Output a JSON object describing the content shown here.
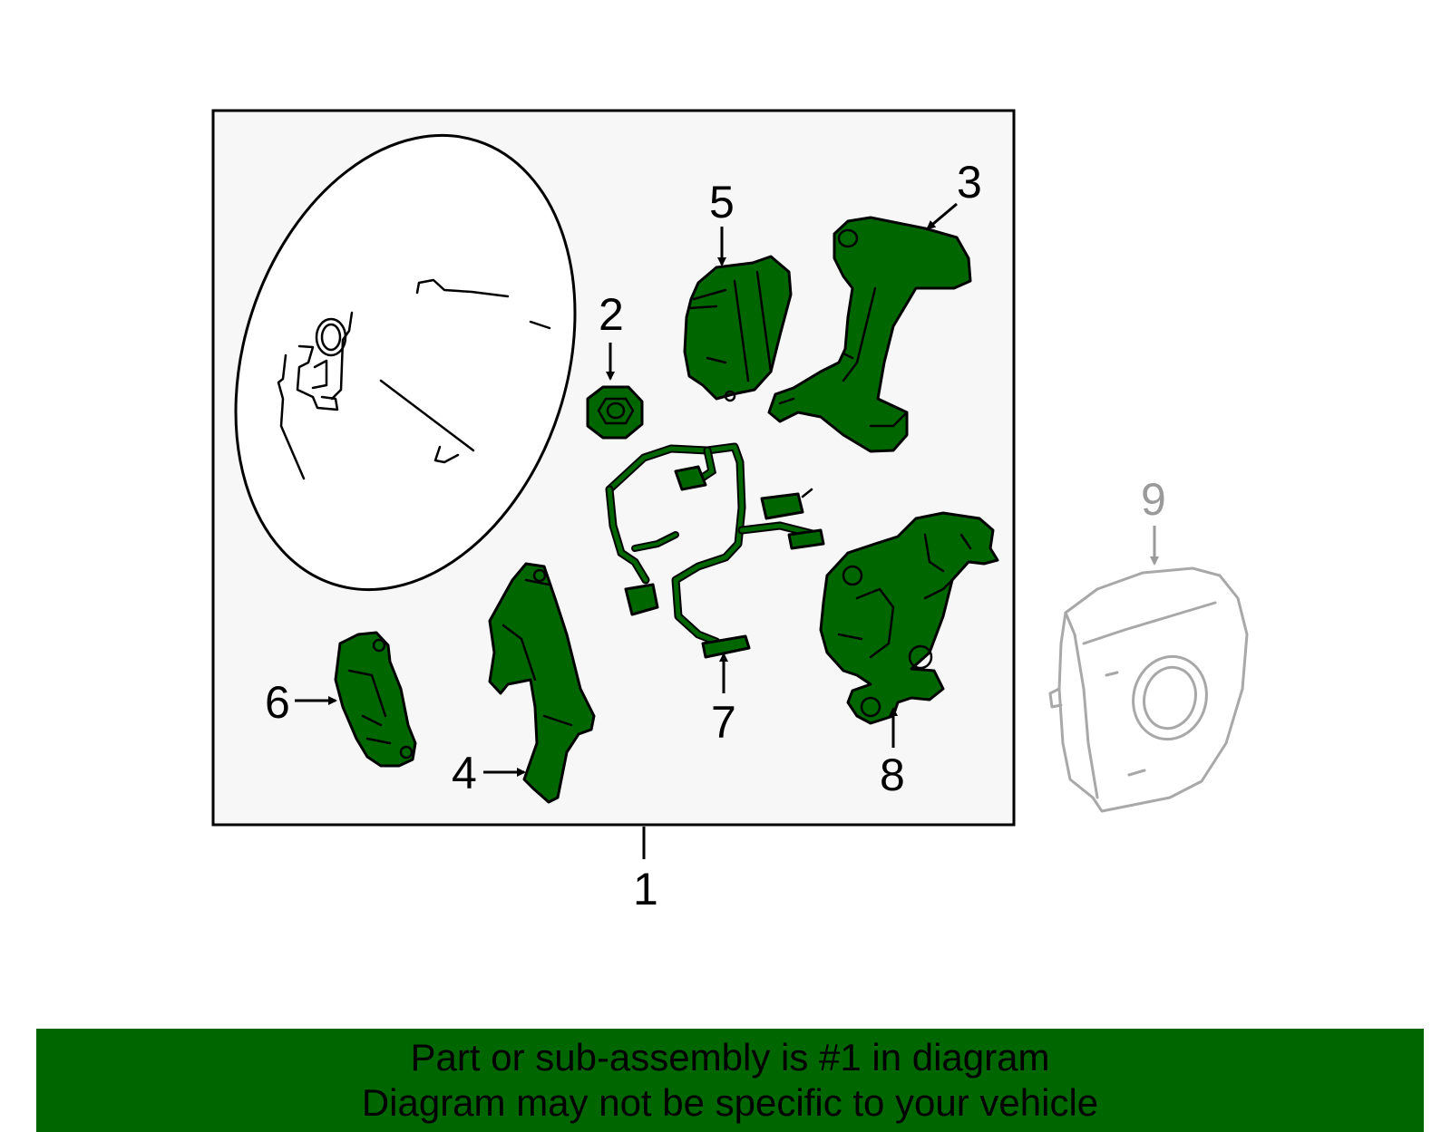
{
  "callouts": {
    "c1": "1",
    "c2": "2",
    "c3": "3",
    "c4": "4",
    "c5": "5",
    "c6": "6",
    "c7": "7",
    "c8": "8",
    "c9": "9"
  },
  "banner": {
    "line1": "Part or sub-assembly is #1 in diagram",
    "line2": "Diagram may not be specific to your vehicle"
  },
  "colors": {
    "part_fill": "#006600",
    "banner_bg": "#006600",
    "box_bg": "#f7f7f7",
    "excluded_part_gray": "#a8a8a8"
  }
}
